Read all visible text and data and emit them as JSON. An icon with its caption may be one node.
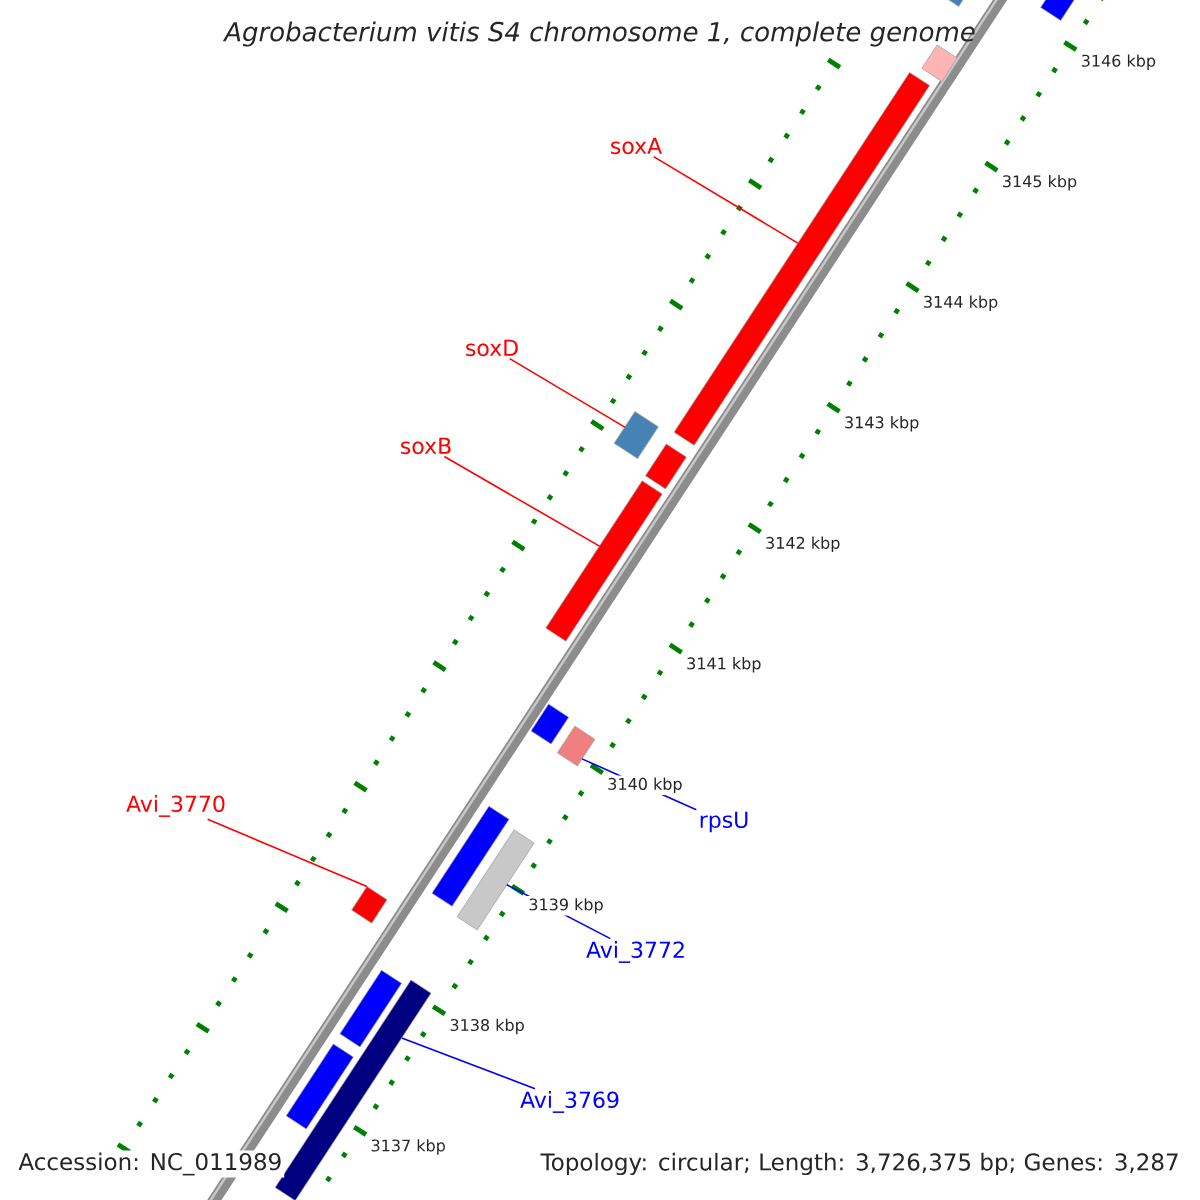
{
  "diagram": {
    "title": "Agrobacterium vitis S4 chromosome 1, complete genome",
    "nodes": [
      {
        "text": [
          "soxA"
        ]
      },
      {
        "text": [
          "soxD"
        ]
      },
      {
        "text": [
          "soxB"
        ]
      },
      {
        "text": [
          "Avi_3770"
        ]
      },
      {
        "text": [
          "rpsU"
        ]
      },
      {
        "text": [
          "Avi_3772"
        ]
      },
      {
        "text": [
          "Avi_3769"
        ]
      },
      {
        "text": [],
        "shape": "bar"
      },
      {
        "text": [],
        "shape": "bar"
      },
      {
        "text": [],
        "shape": "bar"
      },
      {
        "text": [],
        "shape": "bar"
      },
      {
        "text": [],
        "shape": "bar"
      },
      {
        "text": [],
        "shape": "bar"
      },
      {
        "text": [],
        "shape": "bar"
      },
      {
        "text": [],
        "shape": "bar"
      },
      {
        "text": [],
        "shape": "bar"
      },
      {
        "text": [],
        "shape": "bar"
      },
      {
        "text": [],
        "shape": "bar"
      },
      {
        "text": [],
        "shape": "bar"
      },
      {
        "text": [],
        "shape": "bar"
      },
      {
        "text": [],
        "shape": "bar"
      },
      {
        "text": [],
        "shape": "bar"
      }
    ],
    "edges": [
      {
        "from": 0,
        "to": 10,
        "arrow": "none"
      },
      {
        "from": 1,
        "to": 11,
        "arrow": "none"
      },
      {
        "from": 2,
        "to": 13,
        "arrow": "none"
      },
      {
        "from": 3,
        "to": 18,
        "arrow": "none"
      },
      {
        "from": 4,
        "to": 15,
        "arrow": "none",
        "color": "#0000ff"
      },
      {
        "from": 5,
        "to": 17,
        "arrow": "none",
        "color": "#0000ff"
      },
      {
        "from": 6,
        "to": 20,
        "arrow": "none",
        "color": "#0000ff"
      }
    ],
    "labels": [
      "3146 kbp",
      "3145 kbp",
      "3144 kbp",
      "3143 kbp",
      "3142 kbp",
      "3141 kbp",
      "3140 kbp",
      "3139 kbp",
      "3138 kbp",
      "3137 kbp",
      "Accession: NC_011989",
      "Topology: circular; Length: 3,726,375 bp; Genes: 3,287"
    ]
  }
}
